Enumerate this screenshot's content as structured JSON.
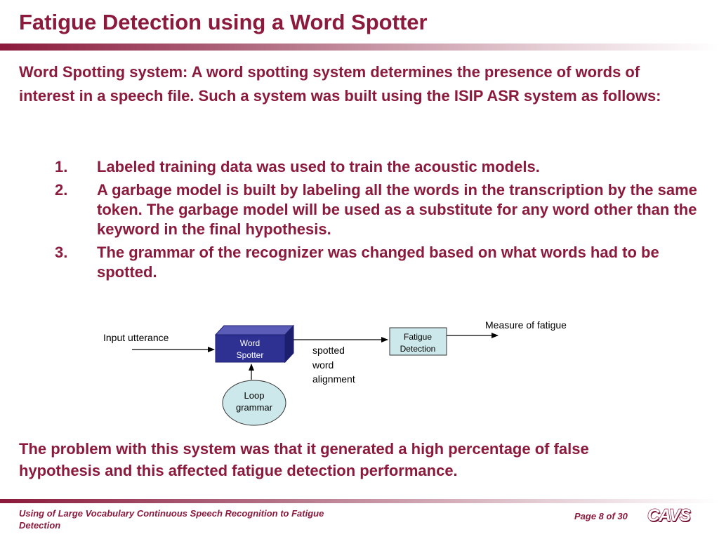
{
  "slide": {
    "title": "Fatigue Detection using a Word Spotter",
    "intro": "Word Spotting system: A word spotting system determines the presence of words of interest in a speech file. Such a system was built using the ISIP ASR system as follows:",
    "steps": [
      {
        "num": "1.",
        "text": "Labeled training data was used to train the acoustic models."
      },
      {
        "num": "2.",
        "text": "A garbage model is built by labeling all the words in the transcription by the same token. The garbage model will be used as a substitute for any word other than the keyword in the final hypothesis."
      },
      {
        "num": "3.",
        "text": "The grammar of the recognizer was changed based on what words had to be spotted."
      }
    ],
    "conclusion": "The problem with this system was that it generated a high percentage of false hypothesis and this affected fatigue detection performance."
  },
  "diagram": {
    "input_label": "Input utterance",
    "word_spotter_line1": "Word",
    "word_spotter_line2": "Spotter",
    "loop_line1": "Loop",
    "loop_line2": "grammar",
    "spotted_line1": "spotted",
    "spotted_line2": "word",
    "spotted_line3": "alignment",
    "fatigue_line1": "Fatigue",
    "fatigue_line2": "Detection",
    "output_label": "Measure of fatigue"
  },
  "footer": {
    "presentation_title": "Using of Large Vocabulary Continuous Speech Recognition to Fatigue Detection",
    "page": "Page 8 of 30",
    "logo_text": "CAVS"
  },
  "colors": {
    "accent": "#8b1a3c",
    "word_spotter_front": "#2e3192",
    "word_spotter_top": "#5a5cb8",
    "word_spotter_side": "#1c1e6e",
    "box_fill": "#cce8ea"
  }
}
